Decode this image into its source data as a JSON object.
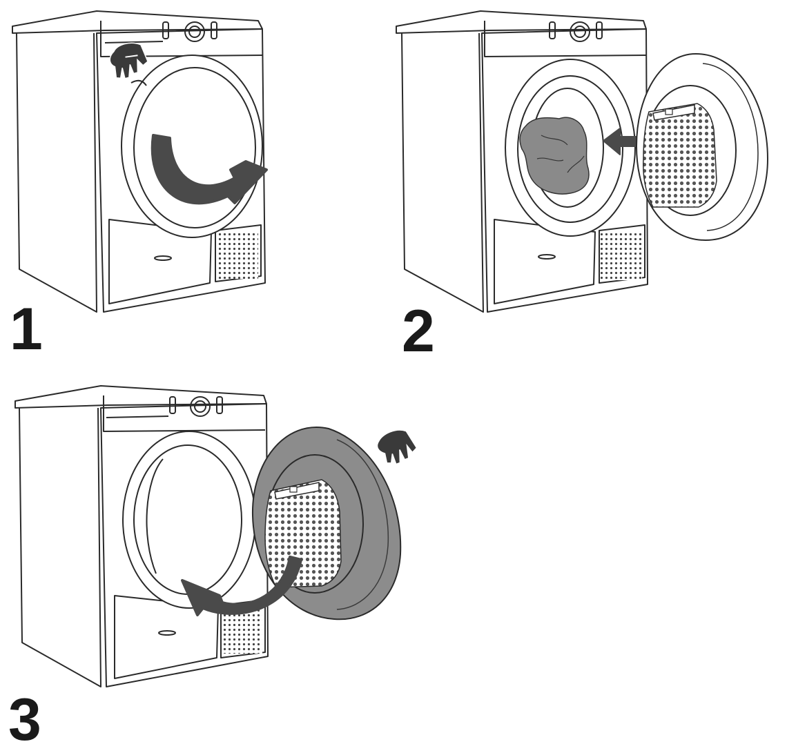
{
  "steps": [
    {
      "number": "1"
    },
    {
      "number": "2"
    },
    {
      "number": "3"
    }
  ],
  "icons": {
    "hand": "hand-icon",
    "rotate_arrow": "curved-arrow-icon",
    "direction_arrow": "straight-arrow-icon",
    "filter": "filter-icon",
    "laundry": "laundry-icon"
  },
  "colors": {
    "line": "#2a2a2a",
    "arrow": "#4a4a4a",
    "filter_gray": "#8c8c8c",
    "laundry_gray": "#8a8a8a",
    "background": "#ffffff"
  }
}
